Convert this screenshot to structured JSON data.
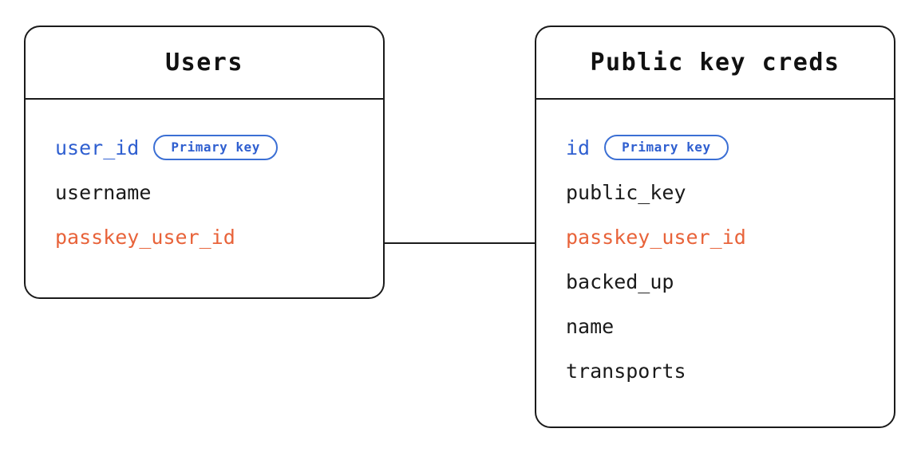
{
  "diagram": {
    "type": "entity-relationship-diagram",
    "background_color": "#ffffff",
    "colors": {
      "border": "#1a1a1a",
      "text": "#1a1a1a",
      "primary_key": "#2f5fd0",
      "foreign_key": "#e8633a",
      "badge_border": "#3b6fd4"
    },
    "entities": [
      {
        "id": "users",
        "title": "Users",
        "fields": [
          {
            "name": "user_id",
            "role": "primary_key",
            "badge": "Primary key"
          },
          {
            "name": "username",
            "role": "plain",
            "badge": null
          },
          {
            "name": "passkey_user_id",
            "role": "foreign_key",
            "badge": null
          }
        ]
      },
      {
        "id": "public_key_creds",
        "title": "Public key creds",
        "fields": [
          {
            "name": "id",
            "role": "primary_key",
            "badge": "Primary key"
          },
          {
            "name": "public_key",
            "role": "plain",
            "badge": null
          },
          {
            "name": "passkey_user_id",
            "role": "foreign_key",
            "badge": null
          },
          {
            "name": "backed_up",
            "role": "plain",
            "badge": null
          },
          {
            "name": "name",
            "role": "plain",
            "badge": null
          },
          {
            "name": "transports",
            "role": "plain",
            "badge": null
          }
        ]
      }
    ],
    "relationships": [
      {
        "from": "users.passkey_user_id",
        "to": "public_key_creds.passkey_user_id",
        "style": "straight-line"
      }
    ]
  }
}
